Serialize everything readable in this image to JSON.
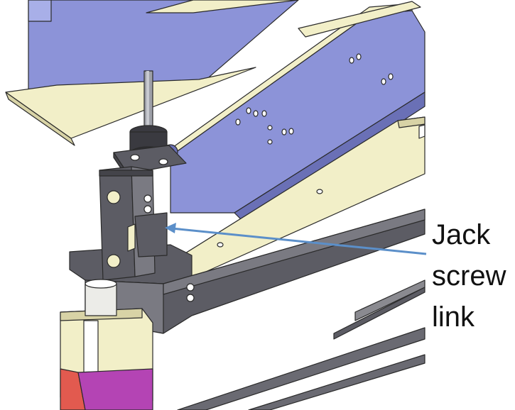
{
  "annotation": {
    "lines": [
      "Jack",
      "screw",
      "link"
    ]
  },
  "colors": {
    "background": "#ffffff",
    "steel_blue": "#8c93d8",
    "steel_blue_dark": "#6a70b6",
    "steel_blue_light": "#a8afe8",
    "cream": "#f2efc8",
    "cream_dark": "#d8d3a6",
    "gray_block": "#5c5c64",
    "gray_block_light": "#7a7a82",
    "outline": "#2a2a2a",
    "arrow": "#5b8fc9",
    "red": "#e25a4f",
    "magenta": "#b444b4"
  }
}
